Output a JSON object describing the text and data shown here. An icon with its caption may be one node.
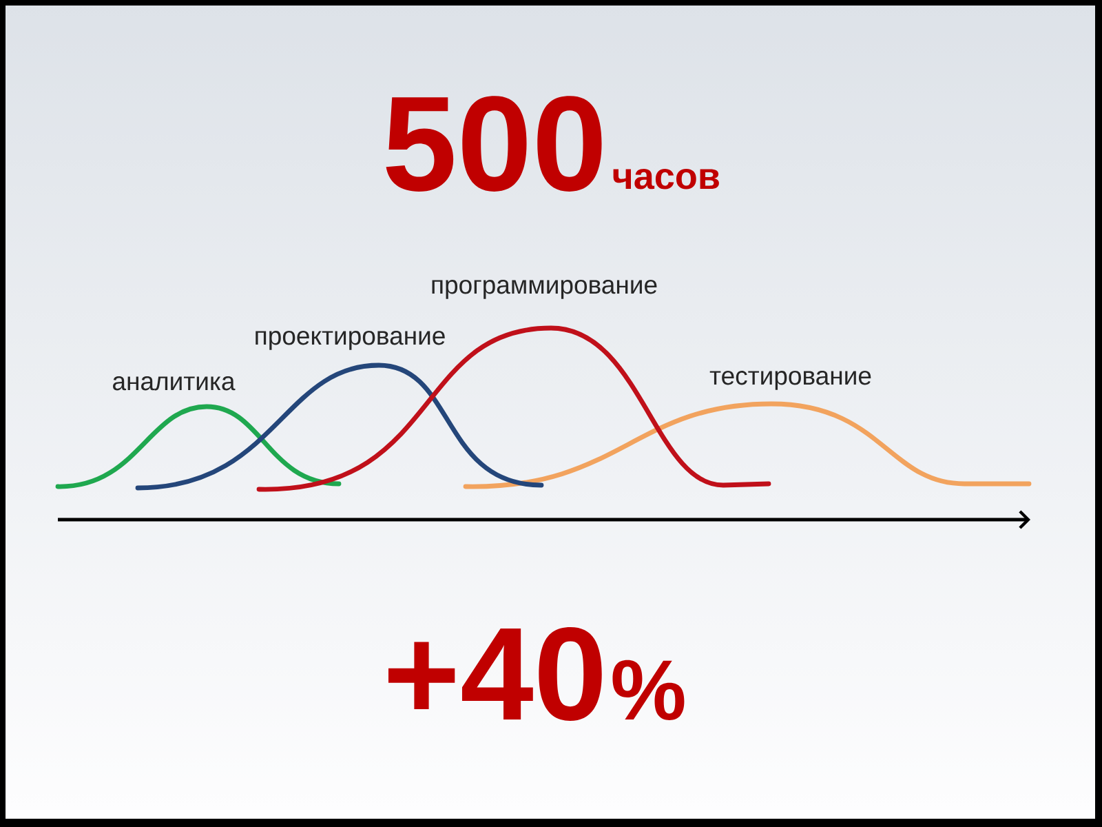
{
  "diagram": {
    "labels": [
      "500",
      "часов",
      "программирование",
      "проектирование",
      "тестирование",
      "аналитика",
      "+40",
      "%"
    ]
  }
}
